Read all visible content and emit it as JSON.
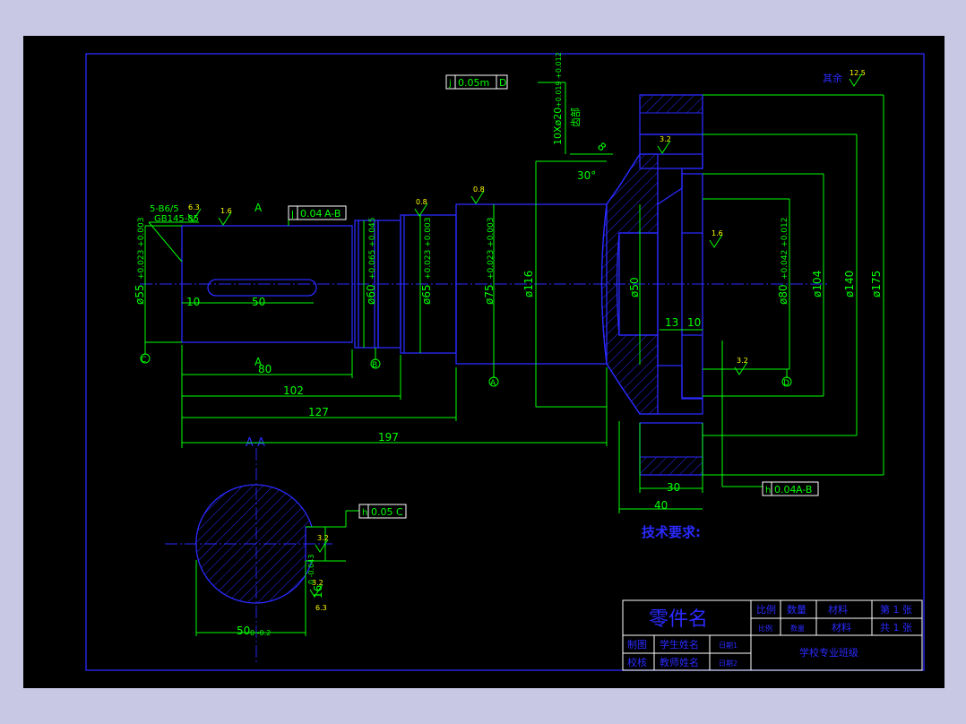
{
  "dims": {
    "d80": "80",
    "d102": "102",
    "d127": "127",
    "d197": "197",
    "d10_left": "10",
    "d50_key": "50",
    "d13": "13",
    "d10_right": "10",
    "d30": "30",
    "d40": "40",
    "dia_116": "ø116",
    "dia_50": "ø50",
    "dia_104": "ø104",
    "dia_140": "ø140",
    "dia_175": "ø175",
    "dia_55": "ø55",
    "dia_55_tol": "+0.023 +0.003",
    "dia_60": "ø60",
    "dia_60_tol": "+0.065 +0.045",
    "dia_65": "ø65",
    "dia_65_tol": "+0.023 +0.003",
    "dia_75": "ø75",
    "dia_75_tol": "+0.023 +0.003",
    "dia_80": "ø80",
    "dia_80_tol": "+0.042 +0.012",
    "angle_30": "30°",
    "chamfer_8": "8",
    "key_width": "16",
    "key_width_tol": "0 -0.043",
    "section_width": "50",
    "section_width_tol": "0 -0.2"
  },
  "labels": {
    "spline": "5-B6/5",
    "spline_spec": "GB145-85",
    "tooth_note": "齿部",
    "holes": "10Xø20",
    "holes_tol": "+0.019 +0.012",
    "section_title": "A-A",
    "cut_a_top": "A",
    "cut_a_bottom": "A",
    "datum_c": "C",
    "datum_b": "B",
    "datum_a": "A",
    "datum_d": "D",
    "rest_roughness": "其余",
    "rest_value": "12.5",
    "tech_title": "技术要求:"
  },
  "roughness": {
    "r1": "6.3",
    "r2": "1.6",
    "r3": "0.8",
    "r4": "0.8",
    "r5": "3.2",
    "r6": "1.6",
    "r7": "3.2",
    "r8": "3.2",
    "r9": "3.2",
    "r10": "6.3"
  },
  "fcf": {
    "f1_symbol": "ǀ",
    "f1_value": "0.04",
    "f1_ref": "A-B",
    "f2_symbol": "j",
    "f2_value": "0.05m",
    "f2_ref": "D",
    "f3_symbol": "h",
    "f3_value": "0.04",
    "f3_ref": "A-B",
    "f4_symbol": "h",
    "f4_value": "0.05",
    "f4_ref": "C"
  },
  "title_block": {
    "part_name": "零件名",
    "scale_label": "比例",
    "qty_label": "数量",
    "material_label": "材料",
    "sheet_label": "第 1 张",
    "scale_value": "比例",
    "qty_value": "数量",
    "material_value": "材料",
    "total_label": "共 1 张",
    "drawn_label": "制图",
    "student_name": "学生姓名",
    "date1": "日期1",
    "checked_label": "校核",
    "teacher_name": "教师姓名",
    "date2": "日期2",
    "school": "学校专业班级"
  },
  "colors": {
    "background": "#000000",
    "outline": "#2a2aff",
    "dimension": "#00ff00",
    "note": "#ffff00"
  }
}
